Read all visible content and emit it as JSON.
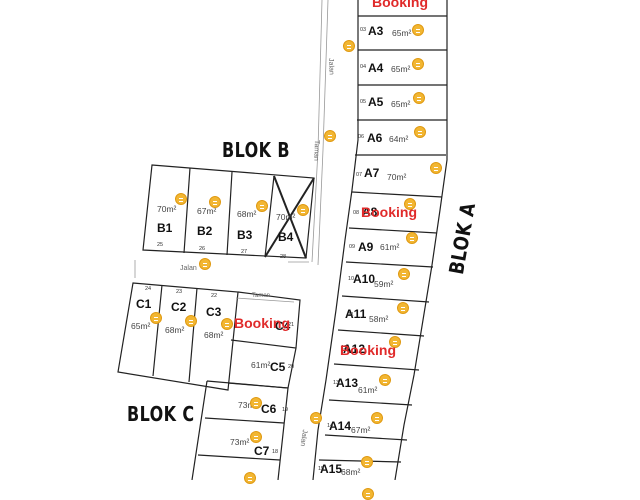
{
  "map": {
    "blok_labels": {
      "a": "BLOK A",
      "b": "BLOK B",
      "c": "BLOK C"
    },
    "roads": {
      "vertical_top": "Jalan",
      "taman_top": "Taman",
      "horizontal": "Jalan",
      "taman_c": "Taman",
      "vertical_bottom": "Jalan"
    },
    "booking_text": "Booking",
    "marker_icon": "coin-icon",
    "marker_color": "#f2b632",
    "booking_color": "#e02a2a"
  },
  "blok_a": [
    {
      "code": "A3",
      "num": "03",
      "size": "65m²"
    },
    {
      "code": "A4",
      "num": "04",
      "size": "65m²"
    },
    {
      "code": "A5",
      "num": "05",
      "size": "65m²"
    },
    {
      "code": "A6",
      "num": "06",
      "size": "64m²"
    },
    {
      "code": "A7",
      "num": "07",
      "size": "70m²"
    },
    {
      "code": "A8",
      "num": "08",
      "size": ""
    },
    {
      "code": "A9",
      "num": "09",
      "size": "61m²"
    },
    {
      "code": "A10",
      "num": "10",
      "size": "59m²"
    },
    {
      "code": "A11",
      "num": "11",
      "size": "58m²"
    },
    {
      "code": "A12",
      "num": "12",
      "size": ""
    },
    {
      "code": "A13",
      "num": "13",
      "size": "61m²"
    },
    {
      "code": "A14",
      "num": "14",
      "size": "67m²"
    },
    {
      "code": "A15",
      "num": "15",
      "size": "68m²"
    }
  ],
  "blok_b": [
    {
      "code": "B1",
      "num": "25",
      "size": "70m²"
    },
    {
      "code": "B2",
      "num": "26",
      "size": "67m²"
    },
    {
      "code": "B3",
      "num": "27",
      "size": "68m²"
    },
    {
      "code": "B4",
      "num": "28",
      "size": "70m²"
    }
  ],
  "blok_c": [
    {
      "code": "C1",
      "num": "24",
      "size": "65m²"
    },
    {
      "code": "C2",
      "num": "23",
      "size": "68m²"
    },
    {
      "code": "C3",
      "num": "22",
      "size": "68m²"
    },
    {
      "code": "C4",
      "num": "21",
      "size": ""
    },
    {
      "code": "C5",
      "num": "20",
      "size": "61m²"
    },
    {
      "code": "C6",
      "num": "19",
      "size": "73m²"
    },
    {
      "code": "C7",
      "num": "18",
      "size": "73m²"
    }
  ]
}
